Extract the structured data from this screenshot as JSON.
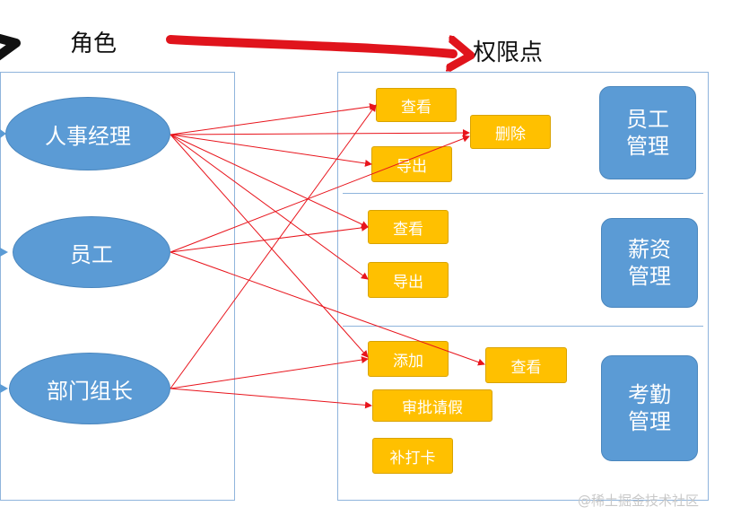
{
  "headings": {
    "roles": "角色",
    "permissions": "权限点"
  },
  "roles": [
    "人事经理",
    "员工",
    "部门组长"
  ],
  "modules": [
    "员工\n管理",
    "薪资\n管理",
    "考勤\n管理"
  ],
  "permissions": {
    "employee": [
      "查看",
      "删除",
      "导出"
    ],
    "salary": [
      "查看",
      "导出"
    ],
    "attendance": [
      "添加",
      "查看",
      "审批请假",
      "补打卡"
    ]
  },
  "watermark": "@稀土掘金技术社区",
  "colors": {
    "role_fill": "#5b9bd5",
    "perm_fill": "#ffc000",
    "arrow": "#e8141c",
    "header_arrow": "#e0141c"
  }
}
